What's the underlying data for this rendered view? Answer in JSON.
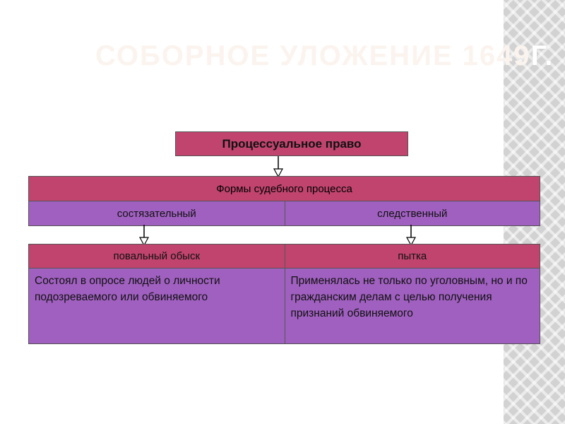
{
  "title": {
    "main": "СОБОРНОЕ УЛОЖЕНИЕ 1649",
    "suffix": "Г."
  },
  "diagram": {
    "root": "Процессуальное право",
    "forms": {
      "header": "Формы судебного процесса",
      "types": [
        "состязательный",
        "следственный"
      ]
    },
    "details": [
      {
        "head": "повальный обыск",
        "body": "Состоял в опросе людей о личности подозреваемого или обвиняемого"
      },
      {
        "head": "пытка",
        "body": "Применялась не только по уголовным, но и по гражданским делам с целью получения признаний обвиняемого"
      }
    ]
  },
  "colors": {
    "crimson": "#c0446e",
    "purple": "#a060c0",
    "title": "#fbf3ee"
  }
}
